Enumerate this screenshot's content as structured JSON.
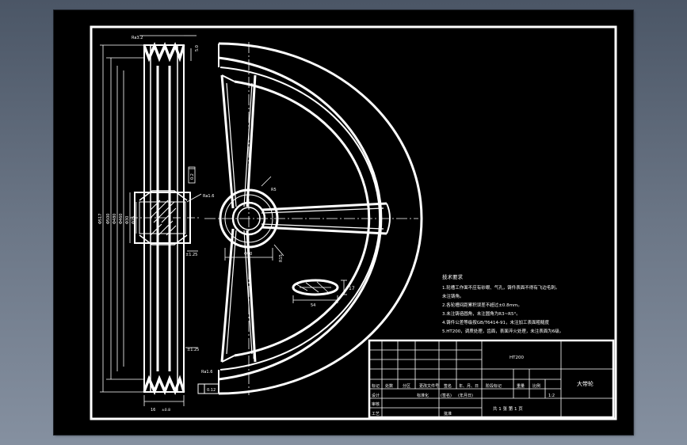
{
  "notes": {
    "title": "技术要求",
    "lines": [
      "1.轮槽工作面不应有砂眼、气孔，铸件表面不得有飞边毛刺。",
      "未注铸角。",
      "2.各轮槽间距累积误差不超过±0.8mm。",
      "3.未注铸造圆角，未注圆角为R3~R5°。",
      "4.铸件公差等级按GB/T6414-91，未注加工表面粗糙度",
      "5.HT200，调质处理，齿面，表面淬火处理，未注表面为6级。"
    ]
  },
  "title_block": {
    "material": "HT200",
    "part_name": "大带轮",
    "headers": [
      "标记",
      "处数",
      "分区",
      "更改文件号",
      "签名",
      "年、月、日"
    ],
    "row_design": [
      "设计",
      "",
      "标准化",
      "(签名)",
      "(年月日)"
    ],
    "stage_labels": [
      "阶段标记",
      "重量",
      "比例"
    ],
    "scale": "1:2",
    "review": "审核",
    "process": "工艺",
    "approve": "批准",
    "sheet": "共 1 张 第 1 页"
  },
  "dims": {
    "top_ra": "Ra3.2",
    "top_note": "5.0",
    "hub_ra": "Ra1.6",
    "tol_1": "±1.25",
    "tol_2": "±1.25",
    "bottom_ra": "Ra1.6",
    "tol_box": "0.12",
    "bottom_len": "16",
    "tol_small": "±0.8",
    "keyway": "17",
    "hole_w": "54",
    "left_dims": [
      "Φ517",
      "Φ500",
      "Φ480",
      "Φ460",
      "Φ30",
      "Φ25"
    ],
    "spoke_r": "R5",
    "angle_r": "R15",
    "hub_dia": "Φ90",
    "center_tol": "0.2"
  }
}
